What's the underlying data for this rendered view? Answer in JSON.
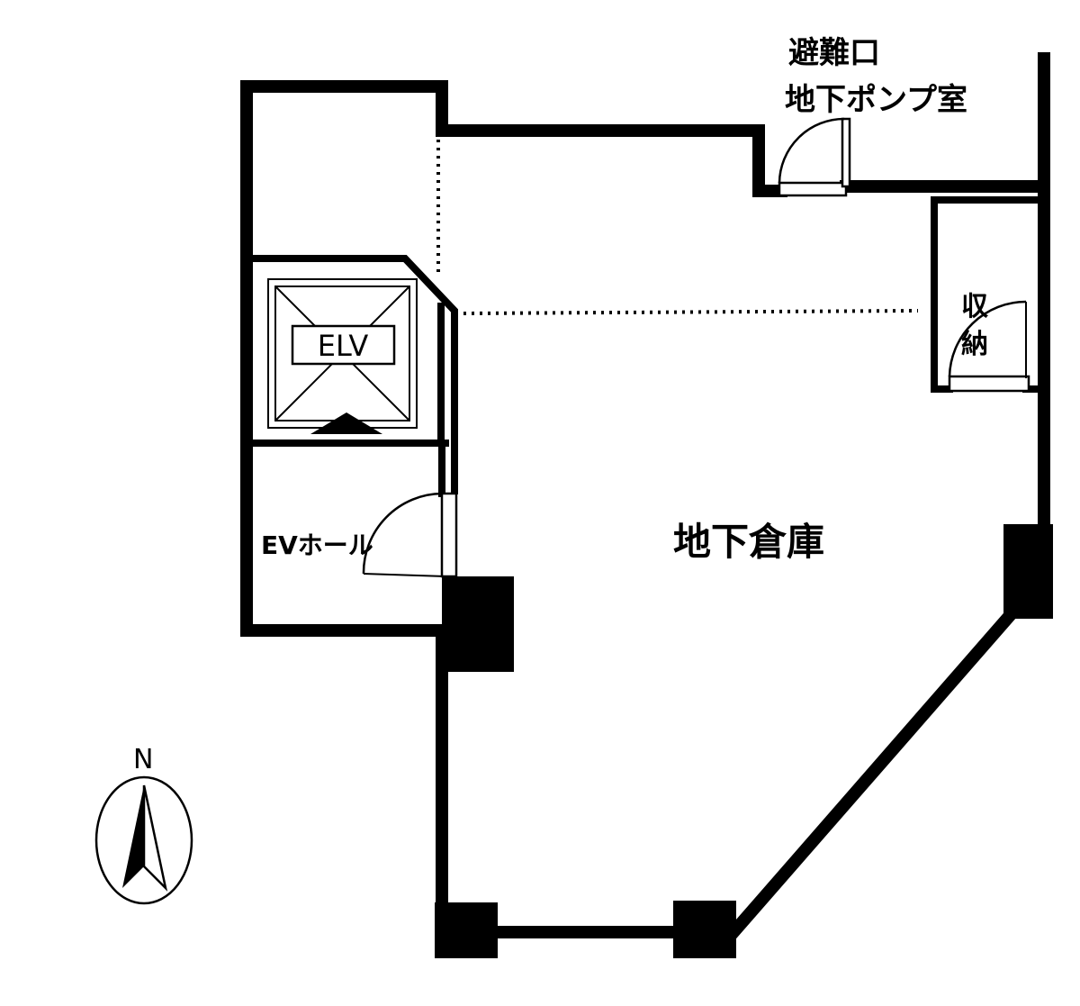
{
  "labels": {
    "evacuation_exit": "避難口",
    "pump_room": "地下ポンプ室",
    "storage": "収納",
    "warehouse": "地下倉庫",
    "elevator": "ELV",
    "ev_hall": "EVホール",
    "north": "N"
  }
}
